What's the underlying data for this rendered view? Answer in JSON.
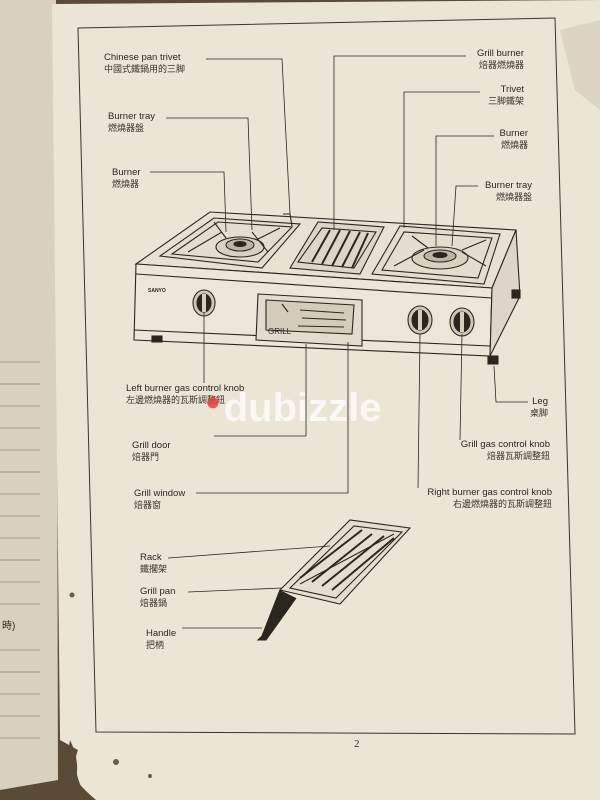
{
  "labels": {
    "chinese_pan_trivet": {
      "en": "Chinese pan trivet",
      "zh": "中國式鐵鍋用的三脚"
    },
    "burner_tray_left": {
      "en": "Burner tray",
      "zh": "燃燒器盤"
    },
    "burner_left": {
      "en": "Burner",
      "zh": "燃燒器"
    },
    "grill_burner": {
      "en": "Grill burner",
      "zh": "焙器燃燒器"
    },
    "trivet": {
      "en": "Trivet",
      "zh": "三脚鐵架"
    },
    "burner_right": {
      "en": "Burner",
      "zh": "燃燒器"
    },
    "burner_tray_right": {
      "en": "Burner tray",
      "zh": "燃燒器盤"
    },
    "left_knob": {
      "en": "Left burner gas control knob",
      "zh": "左邊燃燒器的瓦斯調整鈕"
    },
    "grill_door": {
      "en": "Grill door",
      "zh": "焙器門"
    },
    "grill_window": {
      "en": "Grill window",
      "zh": "焙器窗"
    },
    "leg": {
      "en": "Leg",
      "zh": "桌脚"
    },
    "grill_knob": {
      "en": "Grill gas control knob",
      "zh": "焙器瓦斯調整鈕"
    },
    "right_knob": {
      "en": "Right burner gas control knob",
      "zh": "右邊燃燒器的瓦斯調整鈕"
    },
    "rack": {
      "en": "Rack",
      "zh": "鐵擱架"
    },
    "grill_pan": {
      "en": "Grill pan",
      "zh": "焙器鍋"
    },
    "handle": {
      "en": "Handle",
      "zh": "把柄"
    }
  },
  "stove": {
    "brand": "SANYO",
    "grill_text": "GRILL"
  },
  "watermark": "dubizzle",
  "page_number": "2",
  "margin_note": "時)",
  "colors": {
    "paper": "#ebe5d6",
    "ink": "#2b2620",
    "background": "#5a4a38",
    "watermark_pin": "#e53c3c"
  }
}
